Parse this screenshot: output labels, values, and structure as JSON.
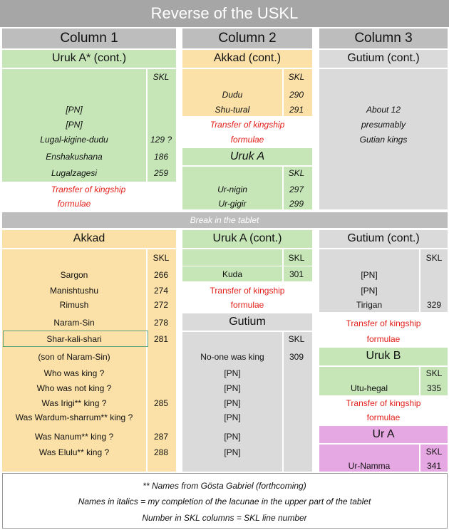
{
  "title": "Reverse of the USKL",
  "columns": [
    "Column 1",
    "Column 2",
    "Column 3"
  ],
  "break_label": "Break in the tablet",
  "skl_label": "SKL",
  "transfer": [
    "Transfer of kingship",
    "formulae"
  ],
  "col1_top": {
    "header": "Uruk A* (cont.)",
    "rows": [
      {
        "name": "[PN]",
        "num": ""
      },
      {
        "name": "[PN]",
        "num": ""
      },
      {
        "name": "Lugal-kigine-dudu",
        "num": "129 ?"
      },
      {
        "name": "Enshakushana",
        "num": "186"
      },
      {
        "name": "Lugalzagesi",
        "num": "259"
      }
    ]
  },
  "col2_top": {
    "header": "Akkad (cont.)",
    "rows": [
      {
        "name": "Dudu",
        "num": "290"
      },
      {
        "name": "Shu-tural",
        "num": "291"
      }
    ],
    "uruk_header": "Uruk A",
    "uruk_rows": [
      {
        "name": "Ur-nigin",
        "num": "297"
      },
      {
        "name": "Ur-gigir",
        "num": "299"
      }
    ]
  },
  "col3_top": {
    "header": "Gutium (cont.)",
    "text": [
      "About 12",
      "presumably",
      "Gutian kings"
    ]
  },
  "col1_bottom": {
    "header": "Akkad",
    "rows": [
      {
        "name": "Sargon",
        "num": "266"
      },
      {
        "name": "Manishtushu",
        "num": "274"
      },
      {
        "name": "Rimush",
        "num": "272"
      },
      {
        "name": "Naram-Sin",
        "num": "278"
      },
      {
        "name": "Shar-kali-shari",
        "num": "281"
      },
      {
        "name": "(son of Naram-Sin)",
        "num": ""
      },
      {
        "name": "Who was king ?",
        "num": ""
      },
      {
        "name": "Who was not king ?",
        "num": ""
      },
      {
        "name": "Was Irigi** king ?",
        "num": "285"
      },
      {
        "name": "Was Wardum-sharrum** king ?",
        "num": ""
      },
      {
        "name": "Was Nanum** king ?",
        "num": "287"
      },
      {
        "name": "Was Elulu** king ?",
        "num": "288"
      }
    ]
  },
  "col2_bottom": {
    "uruk_header": "Uruk A (cont.)",
    "uruk_rows": [
      {
        "name": "Kuda",
        "num": "301"
      }
    ],
    "gutium_header": "Gutium",
    "gutium_rows": [
      {
        "name": "No-one was king",
        "num": "309"
      },
      {
        "name": "[PN]",
        "num": ""
      },
      {
        "name": "[PN]",
        "num": ""
      },
      {
        "name": "[PN]",
        "num": ""
      },
      {
        "name": "[PN]",
        "num": ""
      },
      {
        "name": "[PN]",
        "num": ""
      },
      {
        "name": "[PN]",
        "num": ""
      }
    ]
  },
  "col3_bottom": {
    "gutium_header": "Gutium (cont.)",
    "gutium_rows": [
      {
        "name": "[PN]",
        "num": ""
      },
      {
        "name": "[PN]",
        "num": ""
      },
      {
        "name": "Tirigan",
        "num": "329"
      }
    ],
    "urukb_header": "Uruk B",
    "urukb_rows": [
      {
        "name": "Utu-hegal",
        "num": "335"
      }
    ],
    "ura_header": "Ur A",
    "ura_rows": [
      {
        "name": "Ur-Namma",
        "num": "341"
      }
    ]
  },
  "footnotes": [
    "** Names from Gösta Gabriel (forthcoming)",
    "Names in italics = my completion of the lacunae in the upper part of the tablet",
    "Number in SKL columns = SKL line number"
  ],
  "colors": {
    "green": "#c6e6b8",
    "yellow": "#fbe1a8",
    "gray": "#dadada",
    "pink": "#e6a8e2",
    "red": "#e3201b",
    "title_bg": "#a6a6a6"
  }
}
